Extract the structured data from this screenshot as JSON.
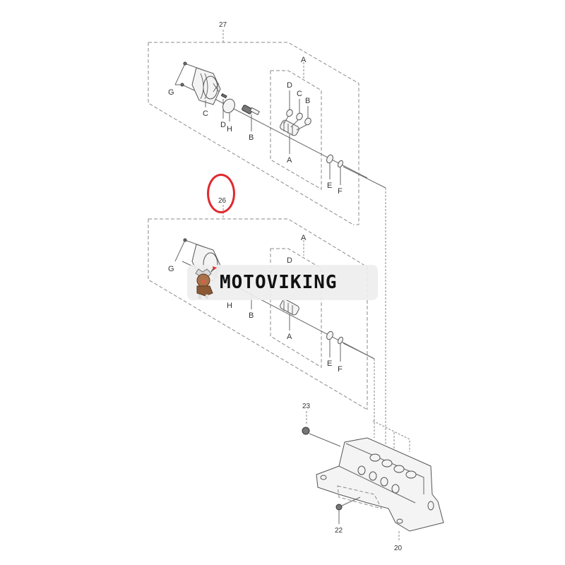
{
  "diagram": {
    "type": "exploded-parts-diagram",
    "assemblies": [
      {
        "callout": "27",
        "highlighted": false,
        "labels": {
          "G": "G",
          "C": "C",
          "D": "D",
          "H": "H",
          "B": "B",
          "A_top": "A",
          "A_bottom": "A",
          "D_ring": "D",
          "C_ring": "C",
          "B_ring": "B",
          "E": "E",
          "F": "F"
        }
      },
      {
        "callout": "26",
        "highlighted": true,
        "labels": {
          "G": "G",
          "H": "H",
          "B": "B",
          "A_top": "A",
          "A_bottom": "A",
          "D_ring": "D",
          "E": "E",
          "F": "F"
        }
      }
    ],
    "parts": {
      "body_callout": "20",
      "plug_lower_callout": "22",
      "plug_upper_callout": "23"
    },
    "highlight_color": "#e0282e"
  },
  "watermark": {
    "brand": "MOTOVIKING",
    "logo": "viking-mascot-icon"
  }
}
